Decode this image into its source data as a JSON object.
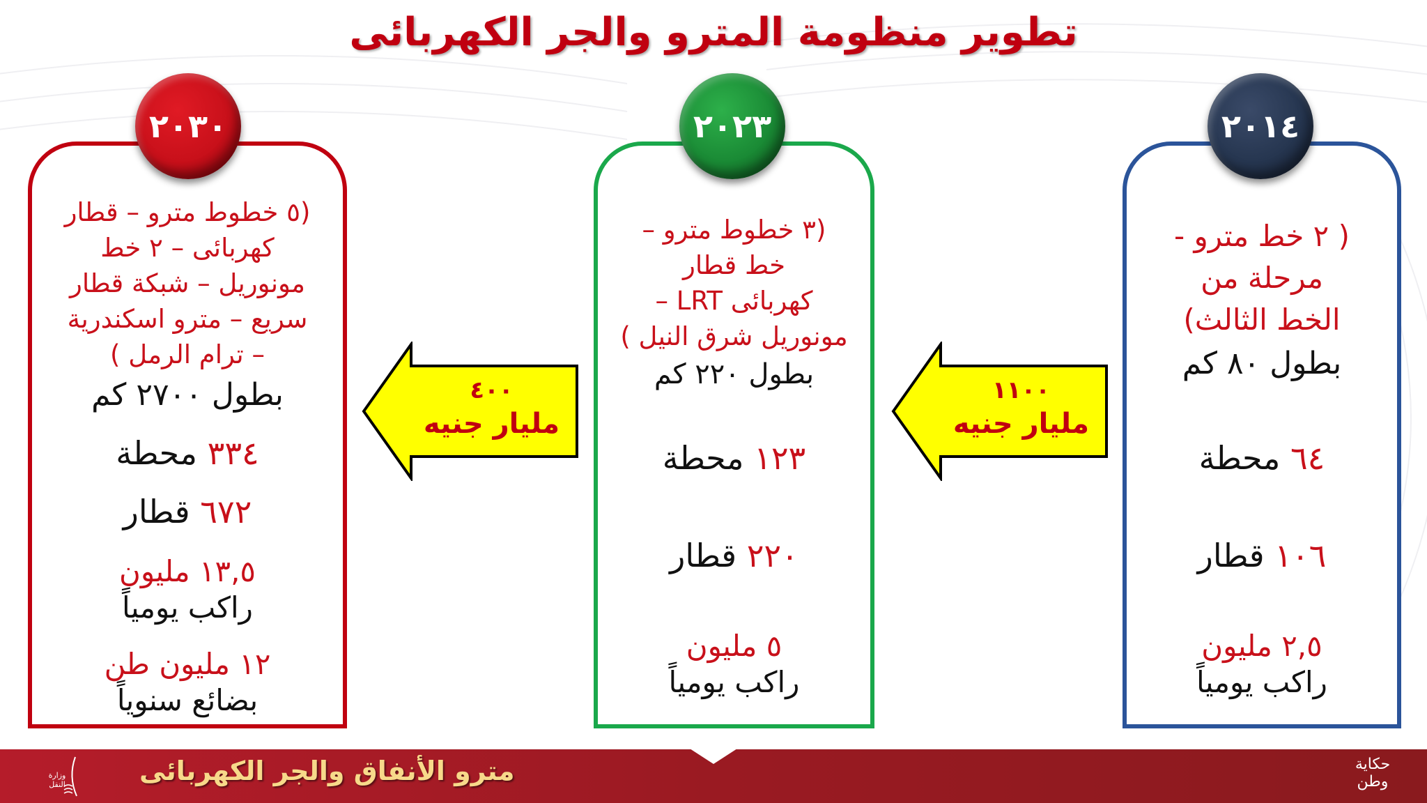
{
  "title": "تطوير منظومة المترو والجر الكهربائى",
  "colors": {
    "title_red": "#c00010",
    "card_2030_border": "#c00010",
    "card_2023_border": "#1aa84b",
    "card_2014_border": "#2b549a",
    "circle_2030": "#c8101a",
    "circle_2023": "#1a8a35",
    "circle_2014": "#263650",
    "arrow_fill": "#ffff00",
    "footer_bg": "#9a1a22",
    "footer_text": "#f7d98a"
  },
  "cards": {
    "y2014": {
      "year": "٢٠١٤",
      "desc_lines": [
        "( ٢ خط مترو -",
        "مرحلة من",
        "الخط الثالث)"
      ],
      "length": "بطول ٨٠ كم",
      "stations_num": "٦٤",
      "stations_label": "محطة",
      "trains_num": "١٠٦",
      "trains_label": "قطار",
      "riders_num": "٢,٥ مليون",
      "riders_label": "راكب يومياً"
    },
    "y2023": {
      "year": "٢٠٢٣",
      "desc_lines": [
        "(٣ خطوط مترو –",
        "خط قطار",
        "كهربائى LRT –",
        "مونوريل شرق النيل )"
      ],
      "length": "بطول ٢٢٠ كم",
      "stations_num": "١٢٣",
      "stations_label": "محطة",
      "trains_num": "٢٢٠",
      "trains_label": "قطار",
      "riders_num": "٥ مليون",
      "riders_label": "راكب يومياً"
    },
    "y2030": {
      "year": "٢٠٣٠",
      "desc_lines": [
        "(٥ خطوط مترو – قطار",
        "كهربائى – ٢ خط",
        "مونوريل – شبكة قطار",
        "سريع – مترو اسكندرية",
        "– ترام الرمل )"
      ],
      "length": "بطول ٢٧٠٠ كم",
      "stations_num": "٣٣٤",
      "stations_label": "محطة",
      "trains_num": "٦٧٢",
      "trains_label": "قطار",
      "riders_num": "١٣,٥ مليون",
      "riders_label": "راكب يومياً",
      "cargo_num": "١٢ مليون طن",
      "cargo_label": "بضائع سنوياً"
    }
  },
  "arrows": {
    "a2014_2023": {
      "amount": "١١٠٠",
      "unit": "مليار جنيه",
      "icon": "arrow-left-icon"
    },
    "a2023_2030": {
      "amount": "٤٠٠",
      "unit": "مليار جنيه",
      "icon": "arrow-left-icon"
    }
  },
  "footer": {
    "title": "مترو الأنفاق والجر الكهربائى",
    "logo_left": "وزارة النقل",
    "logo_right": "حكاية وطن"
  }
}
